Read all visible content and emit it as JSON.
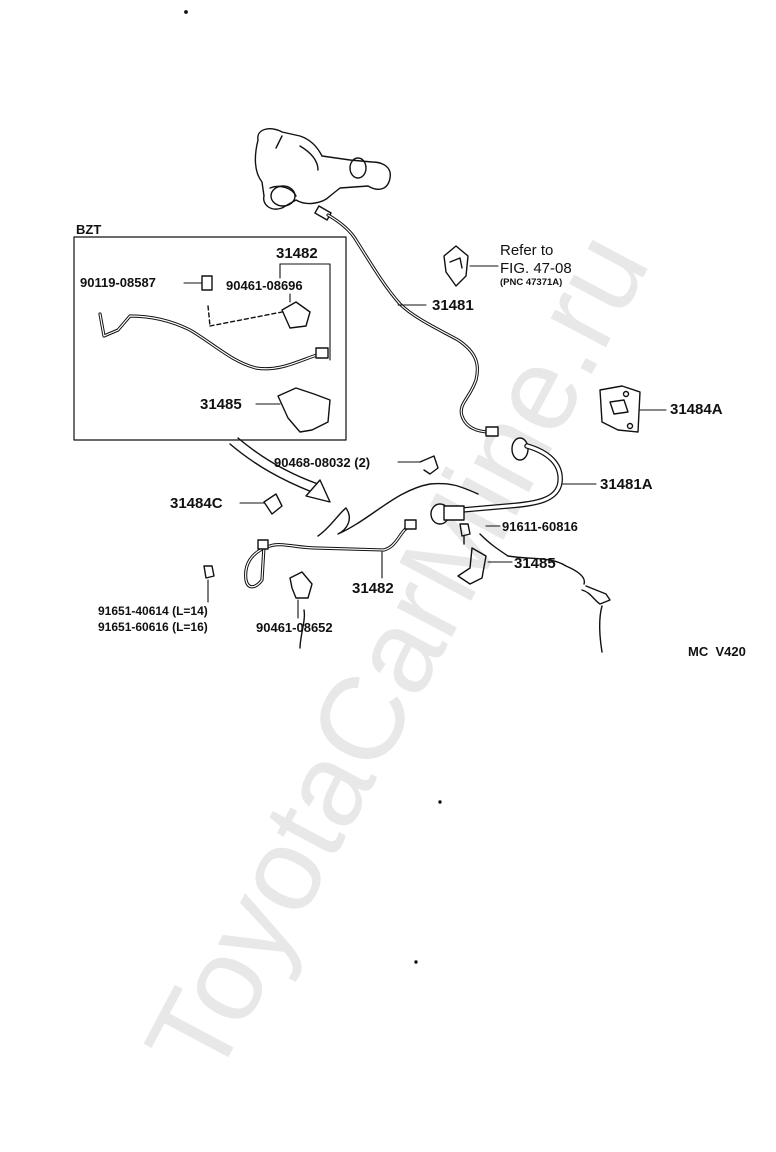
{
  "watermark": "ToyotaCarMine.ru",
  "figure_code": "MC  V420",
  "inset": {
    "title": "BZT"
  },
  "labels": {
    "p31481": "31481",
    "p31481a": "31481A",
    "p31482_main": "31482",
    "p31482_inset": "31482",
    "p31484a": "31484A",
    "p31484c": "31484C",
    "p31485_main": "31485",
    "p31485_inset": "31485",
    "p90119": "90119-08587",
    "p90461_08696": "90461-08696",
    "p90461_08652": "90461-08652",
    "p90468": "90468-08032 (2)",
    "p91611": "91611-60816",
    "p91651a": "91651-40614 (L=14)",
    "p91651b": "91651-60616 (L=16)",
    "refer_line1": "Refer to",
    "refer_line2": "FIG. 47-08",
    "refer_line3": "(PNC 47371A)"
  }
}
